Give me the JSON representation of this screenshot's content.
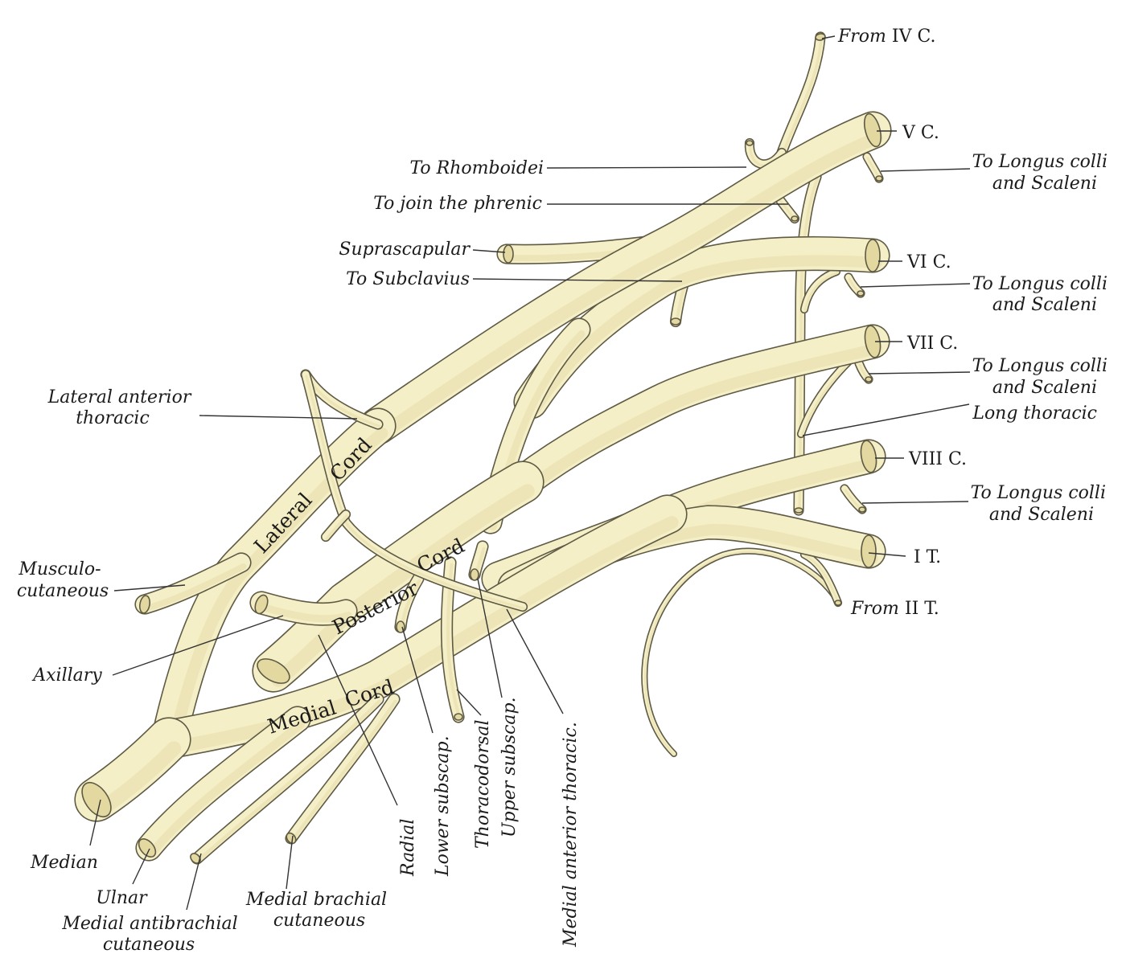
{
  "roots": {
    "from_iv_c": {
      "prefix": "From",
      "suffix": " IV C."
    },
    "v_c": "V C.",
    "vi_c": "VI C.",
    "vii_c": "VII C.",
    "viii_c": "VIII C.",
    "i_t": "I T.",
    "from_ii_t": {
      "prefix": "From",
      "suffix": " II T."
    }
  },
  "branches_right": {
    "longus_colli_1": [
      "To Longus colli",
      "and Scaleni"
    ],
    "longus_colli_2": [
      "To Longus colli",
      "and Scaleni"
    ],
    "longus_colli_3": [
      "To Longus colli",
      "and Scaleni"
    ],
    "longus_colli_4": [
      "To Longus colli",
      "and Scaleni"
    ],
    "long_thoracic": "Long thoracic"
  },
  "branches_top": {
    "rhomboidei": "To Rhomboidei",
    "phrenic": "To join the phrenic",
    "suprascapular": "Suprascapular",
    "subclavius": "To Subclavius"
  },
  "branches_left": {
    "lateral_anterior_thoracic": [
      "Lateral anterior",
      "thoracic"
    ],
    "musculocutaneous": [
      "Musculo-",
      "cutaneous"
    ],
    "axillary": "Axillary"
  },
  "cords": {
    "lateral": {
      "word1": "Lateral",
      "word2": "Cord"
    },
    "posterior": {
      "word1": "Posterior",
      "word2": "Cord"
    },
    "medial": {
      "word1": "Medial",
      "word2": "Cord"
    }
  },
  "terminal_branches": {
    "median": "Median",
    "ulnar": "Ulnar",
    "medial_antibrachial": [
      "Medial antibrachial",
      "cutaneous"
    ],
    "medial_brachial": [
      "Medial brachial",
      "cutaneous"
    ]
  },
  "bottom_vertical_labels": {
    "radial": "Radial",
    "lower_subscap": "Lower subscap.",
    "thoracodorsal": "Thoracodorsal",
    "upper_subscap": "Upper subscap.",
    "medial_anterior_thoracic": "Medial anterior thoracic."
  },
  "colors": {
    "nerve_fill": "#f5efc7",
    "nerve_outline": "#5e5a44",
    "end_cap": "#e3d89f",
    "text": "#1b1b1b"
  }
}
